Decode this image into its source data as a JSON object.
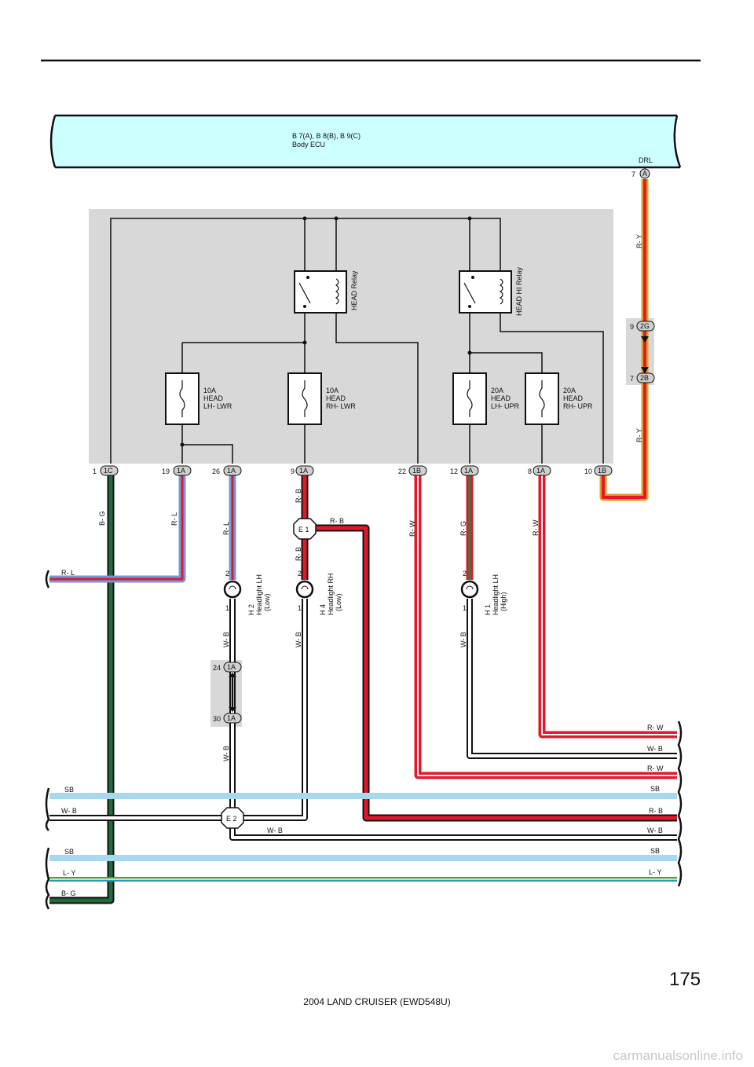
{
  "ecu": {
    "codes": "B 7(A), B 8(B), B 9(C)",
    "name": "Body ECU",
    "terminal_name": "DRL",
    "terminal_pin": "7",
    "terminal_conn": "A"
  },
  "relays": [
    {
      "name": "HEAD Relay"
    },
    {
      "name": "HEAD HI Relay"
    }
  ],
  "fuses": [
    {
      "line1": "10A",
      "line2": "HEAD",
      "line3": "LH- LWR"
    },
    {
      "line1": "10A",
      "line2": "HEAD",
      "line3": "RH- LWR"
    },
    {
      "line1": "20A",
      "line2": "HEAD",
      "line3": "LH- UPR"
    },
    {
      "line1": "20A",
      "line2": "HEAD",
      "line3": "RH- UPR"
    }
  ],
  "connectors_row": [
    {
      "pin": "1",
      "conn": "1C"
    },
    {
      "pin": "19",
      "conn": "1A"
    },
    {
      "pin": "26",
      "conn": "1A"
    },
    {
      "pin": "9",
      "conn": "1A"
    },
    {
      "pin": "22",
      "conn": "1B"
    },
    {
      "pin": "12",
      "conn": "1A"
    },
    {
      "pin": "8",
      "conn": "1A"
    },
    {
      "pin": "10",
      "conn": "1B"
    }
  ],
  "side_connectors": [
    {
      "pin": "9",
      "conn": "2G"
    },
    {
      "pin": "7",
      "conn": "2B"
    },
    {
      "pin": "24",
      "conn": "1A"
    },
    {
      "pin": "30",
      "conn": "1A"
    }
  ],
  "headlights": [
    {
      "code": "H 2",
      "name": "Headlight LH",
      "mode": "(Low)",
      "pin_top": "2",
      "pin_bottom": "1"
    },
    {
      "code": "H 4",
      "name": "Headlight RH",
      "mode": "(Low)",
      "pin_top": "2",
      "pin_bottom": "1"
    },
    {
      "code": "H 1",
      "name": "Headlight LH",
      "mode": "(High)",
      "pin_top": "2",
      "pin_bottom": "1"
    }
  ],
  "grounds": {
    "e1": "E 1",
    "e2": "E 2"
  },
  "wire_labels": {
    "ry": "R- Y",
    "bg": "B- G",
    "rl": "R- L",
    "rb": "R- B",
    "rw": "R- W",
    "rg": "R- G",
    "wb": "W- B",
    "sb": "SB",
    "ly": "L- Y"
  },
  "left_bus": [
    "R- L",
    "SB",
    "W- B",
    "SB",
    "L- Y",
    "B- G"
  ],
  "right_bus": [
    "R- W",
    "W- B",
    "R- W",
    "SB",
    "R- B",
    "W- B",
    "SB",
    "L- Y"
  ],
  "page_number": "175",
  "footer": "2004 LAND CRUISER (EWD548U)",
  "watermark": "carmanualsonline.info",
  "colors": {
    "ecu_fill": "#ccffff",
    "junction_fill": "#d8d8d8",
    "red": "#e3182d",
    "yellow": "#f2d21a",
    "blue": "#6f9ad6",
    "green": "#1f6b3c",
    "sb": "#a8d8f0",
    "ly_yellow": "#e8e060"
  }
}
